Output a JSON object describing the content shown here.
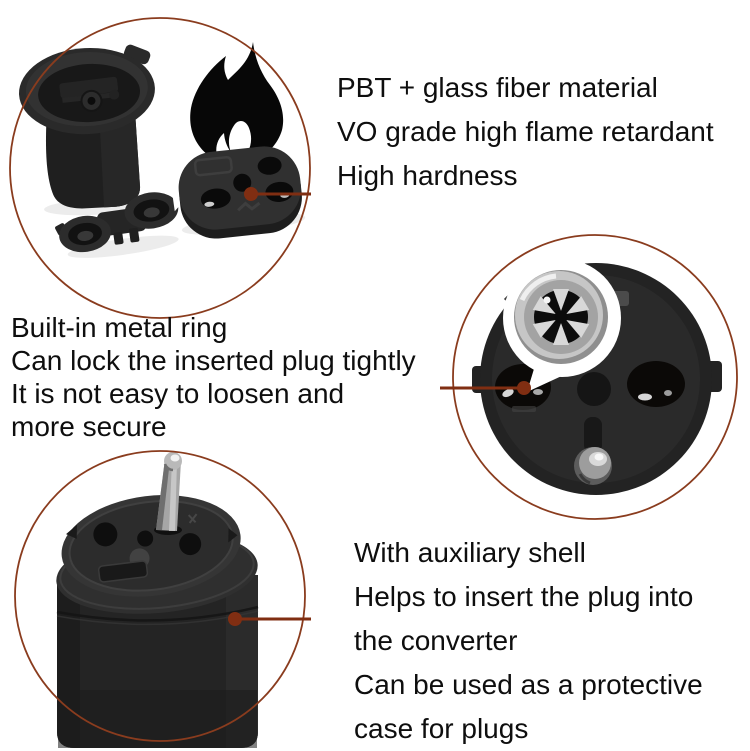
{
  "page": {
    "background": "#ffffff",
    "text_color": "#0e0e0e",
    "accent_line_color": "#802e12",
    "circle_outline_color": "#8a3c1e"
  },
  "sections": {
    "material": {
      "lines": [
        "PBT + glass fiber material",
        "VO grade high flame retardant",
        "High hardness"
      ]
    },
    "metal_ring": {
      "lines": [
        "Built-in metal ring",
        "Can lock the inserted plug tightly",
        "It is not easy to loosen and",
        "more secure"
      ]
    },
    "auxiliary_shell": {
      "lines": [
        "With auxiliary shell",
        "Helps to insert the plug into",
        "the converter",
        "Can be used as a protective",
        "case for plugs"
      ]
    }
  },
  "icons": {
    "flame": "flame-icon"
  }
}
